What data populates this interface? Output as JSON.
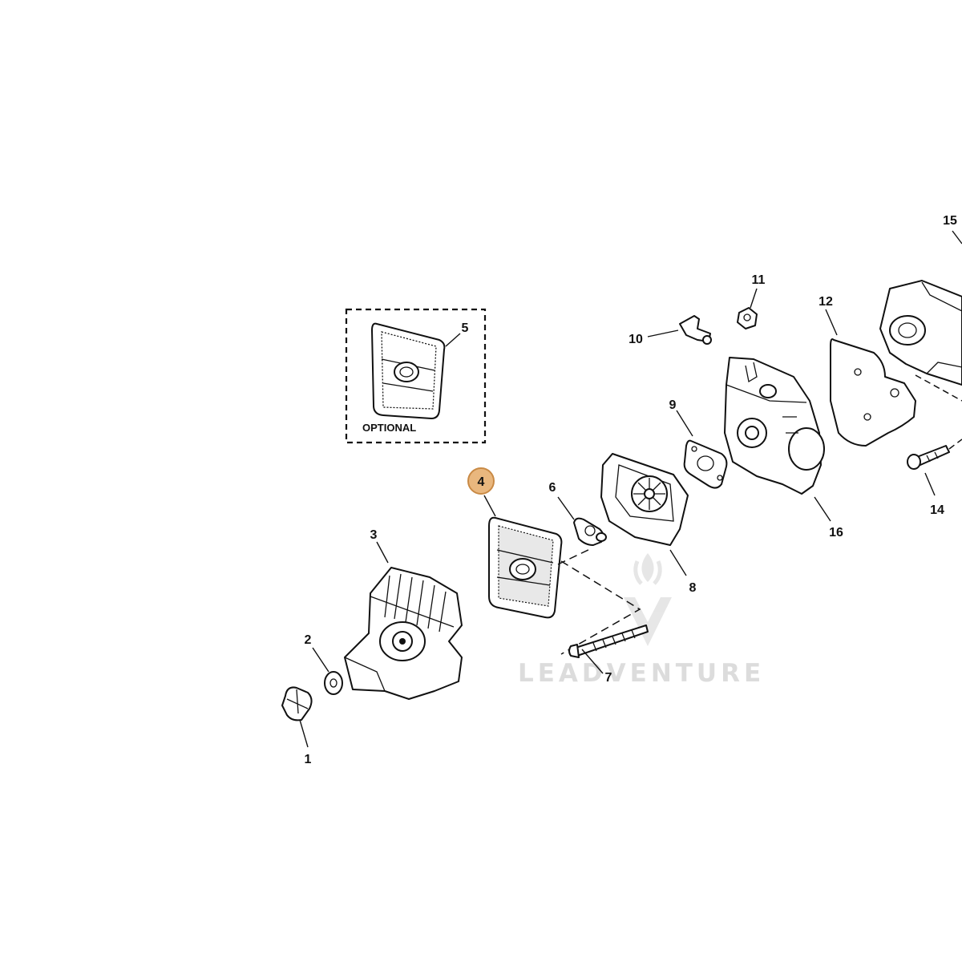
{
  "diagram": {
    "callouts": [
      "1",
      "2",
      "3",
      "4",
      "5",
      "6",
      "7",
      "8",
      "9",
      "10",
      "11",
      "12",
      "14",
      "15",
      "16"
    ],
    "highlighted_callout": "4",
    "optional_label": "OPTIONAL",
    "watermark_text": "LEADVENTURE",
    "colors": {
      "line": "#111111",
      "highlight_fill": "#e9b77e",
      "highlight_stroke": "#c98a45",
      "watermark": "#dcdcdc"
    }
  }
}
